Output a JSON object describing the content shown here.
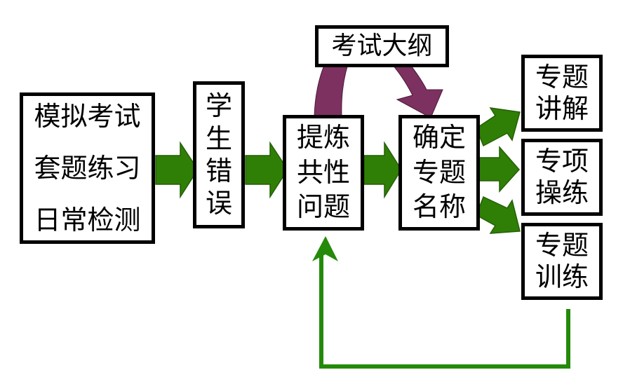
{
  "colors": {
    "flow_arrow": "#2f7f06",
    "flow_arrow_dark": "#245f04",
    "outline_arrow": "#7d3160",
    "feedback_line": "#248a0a",
    "box_border": "#000000"
  },
  "boxes": {
    "exam_sources": {
      "lines": [
        "模拟考试",
        "套题练习",
        "日常检测"
      ]
    },
    "student_errors": {
      "lines": [
        "学",
        "生",
        "错",
        "误"
      ]
    },
    "refine_problems": {
      "lines": [
        "提炼",
        "共性",
        "问题"
      ]
    },
    "determine_topic": {
      "lines": [
        "确定",
        "专题",
        "名称"
      ]
    },
    "exam_outline": {
      "label": "考试大纲"
    },
    "topic_lecture": {
      "lines": [
        "专题",
        "讲解"
      ]
    },
    "item_practice": {
      "lines": [
        "专项",
        "操练"
      ]
    },
    "topic_training": {
      "lines": [
        "专题",
        "训练"
      ]
    }
  }
}
